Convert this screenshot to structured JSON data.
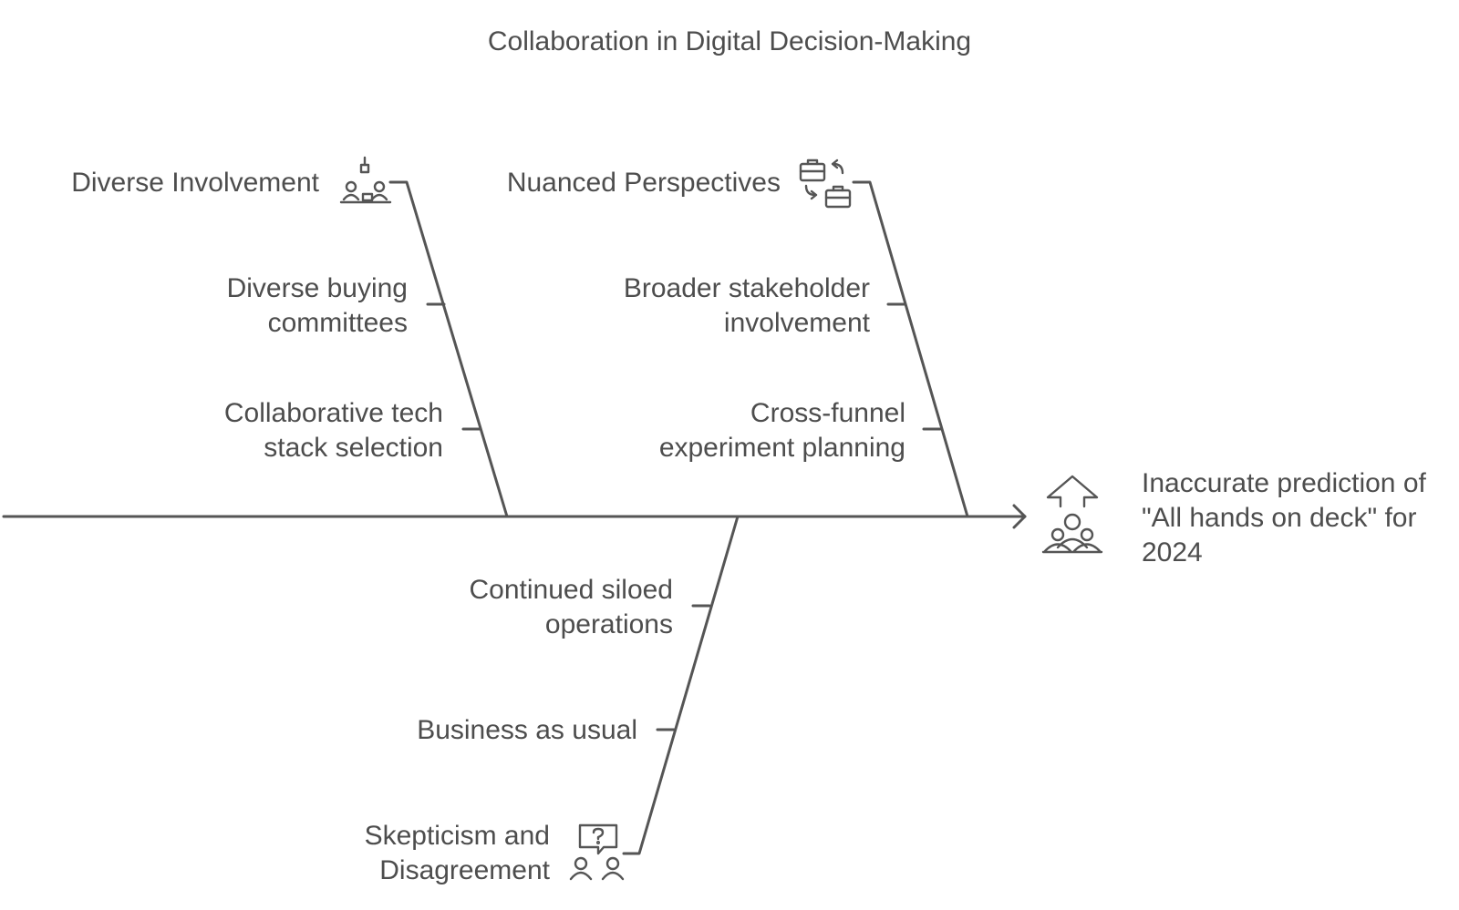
{
  "title": "Collaboration in Digital Decision-Making",
  "effect": {
    "lines": [
      "Inaccurate prediction of",
      "\"All hands on deck\" for",
      "2024"
    ],
    "icon": "team-growth-icon"
  },
  "categories": [
    {
      "label": "Diverse Involvement",
      "icon": "meeting-table-icon",
      "causes": [
        [
          "Diverse buying",
          "committees"
        ],
        [
          "Collaborative tech",
          "stack selection"
        ]
      ]
    },
    {
      "label": "Nuanced Perspectives",
      "icon": "briefcase-exchange-icon",
      "causes": [
        [
          "Broader stakeholder",
          "involvement"
        ],
        [
          "Cross-funnel",
          "experiment planning"
        ]
      ]
    },
    {
      "label_lines": [
        "Skepticism and",
        "Disagreement"
      ],
      "icon": "people-question-icon",
      "causes": [
        [
          "Continued siloed",
          "operations"
        ],
        [
          "Business as usual"
        ]
      ]
    }
  ],
  "colors": {
    "stroke": "#555555",
    "text": "#4d4d4d",
    "background": "#ffffff"
  }
}
